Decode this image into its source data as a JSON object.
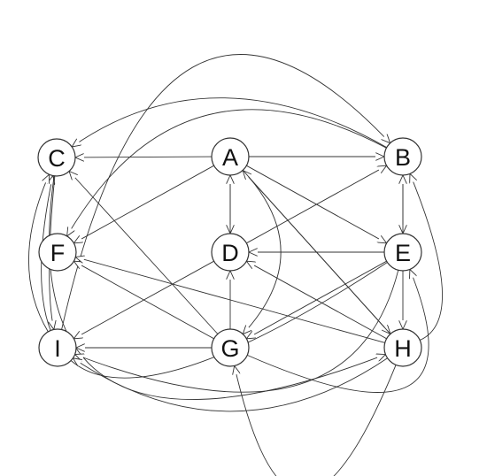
{
  "nodes": [
    {
      "id": "A",
      "label": "A"
    },
    {
      "id": "B",
      "label": "B"
    },
    {
      "id": "C",
      "label": "C"
    },
    {
      "id": "D",
      "label": "D"
    },
    {
      "id": "E",
      "label": "E"
    },
    {
      "id": "F",
      "label": "F"
    },
    {
      "id": "G",
      "label": "G"
    },
    {
      "id": "H",
      "label": "H"
    },
    {
      "id": "I",
      "label": "I"
    }
  ],
  "edges": [
    {
      "from": "A",
      "to": "B"
    },
    {
      "from": "A",
      "to": "C"
    },
    {
      "from": "A",
      "to": "D"
    },
    {
      "from": "D",
      "to": "A"
    },
    {
      "from": "A",
      "to": "E"
    },
    {
      "from": "A",
      "to": "F"
    },
    {
      "from": "A",
      "to": "H"
    },
    {
      "from": "H",
      "to": "A"
    },
    {
      "from": "A",
      "to": "G"
    },
    {
      "from": "B",
      "to": "E"
    },
    {
      "from": "E",
      "to": "B"
    },
    {
      "from": "D",
      "to": "B"
    },
    {
      "from": "B",
      "to": "C"
    },
    {
      "from": "B",
      "to": "F"
    },
    {
      "from": "I",
      "to": "B"
    },
    {
      "from": "H",
      "to": "B"
    },
    {
      "from": "E",
      "to": "C"
    },
    {
      "from": "G",
      "to": "C"
    },
    {
      "from": "C",
      "to": "H"
    },
    {
      "from": "C",
      "to": "I"
    },
    {
      "from": "I",
      "to": "C"
    },
    {
      "from": "E",
      "to": "D"
    },
    {
      "from": "G",
      "to": "D"
    },
    {
      "from": "D",
      "to": "I"
    },
    {
      "from": "H",
      "to": "D"
    },
    {
      "from": "E",
      "to": "H"
    },
    {
      "from": "E",
      "to": "G"
    },
    {
      "from": "E",
      "to": "I"
    },
    {
      "from": "G",
      "to": "F"
    },
    {
      "from": "H",
      "to": "F"
    },
    {
      "from": "G",
      "to": "I"
    },
    {
      "from": "H",
      "to": "G"
    },
    {
      "from": "H",
      "to": "I"
    },
    {
      "from": "G",
      "to": "E"
    }
  ],
  "colors": {
    "stroke": "#333333",
    "fill": "#ffffff",
    "text": "#111111"
  }
}
